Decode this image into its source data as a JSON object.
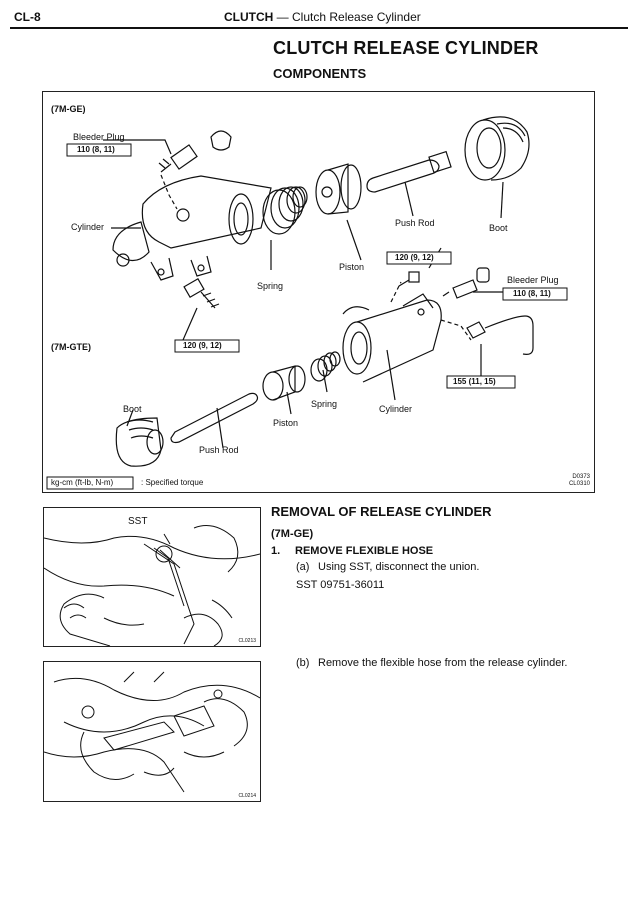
{
  "header": {
    "page_number": "CL-8",
    "section": "CLUTCH",
    "dash": "—",
    "subsection": "Clutch Release Cylinder"
  },
  "title": "CLUTCH RELEASE CYLINDER",
  "subtitle": "COMPONENTS",
  "diagram": {
    "variant_top": "(7M-GE)",
    "variant_bottom": "(7M-GTE)",
    "labels": {
      "bleeder_plug_1": "Bleeder Plug",
      "torque_bleeder_1": "110 (8, 11)",
      "cylinder_1": "Cylinder",
      "spring_1": "Spring",
      "piston_1": "Piston",
      "push_rod_1": "Push Rod",
      "boot_1": "Boot",
      "torque_bolt_1": "120 (9, 12)",
      "torque_bolt_2": "120 (9, 12)",
      "bleeder_plug_2": "Bleeder Plug",
      "torque_bleeder_2": "110 (8, 11)",
      "torque_union": "155 (11, 15)",
      "boot_2": "Boot",
      "push_rod_2": "Push Rod",
      "piston_2": "Piston",
      "spring_2": "Spring",
      "cylinder_2": "Cylinder"
    },
    "legend_units": "kg-cm (ft-lb, N-m)",
    "legend_text": ": Specified torque",
    "code_1": "D0373",
    "code_2": "CL0310"
  },
  "photo1": {
    "label": "SST",
    "code": "CL0213"
  },
  "photo2": {
    "code": "CL0214"
  },
  "removal": {
    "title": "REMOVAL OF RELEASE CYLINDER",
    "variant": "(7M-GE)",
    "step_number": "1.",
    "step_title": "REMOVE FLEXIBLE HOSE",
    "sub_a_letter": "(a)",
    "sub_a_text": "Using SST, disconnect the union.",
    "sst": "SST 09751-36011",
    "sub_b_letter": "(b)",
    "sub_b_text": "Remove the flexible hose from the release cylinder."
  }
}
